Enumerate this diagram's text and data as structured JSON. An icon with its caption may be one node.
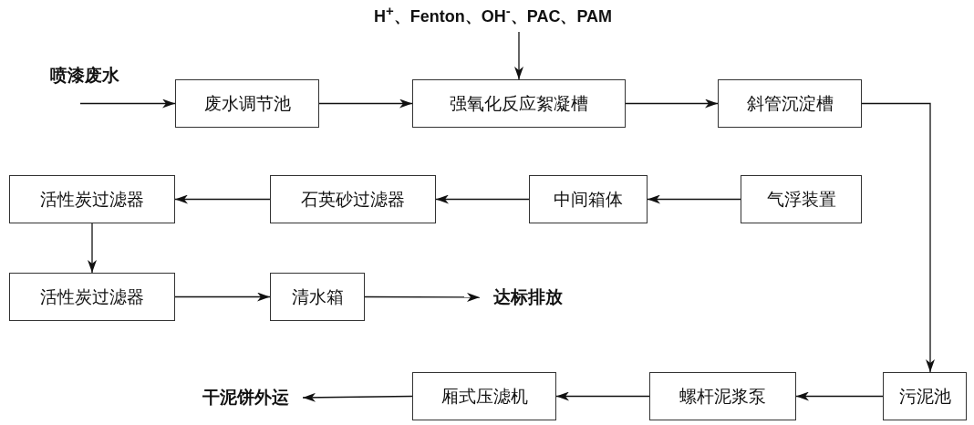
{
  "diagram": {
    "nodes": [
      {
        "text": [
          "废水调节池"
        ]
      },
      {
        "text": [
          "强氧化反应絮凝槽"
        ]
      },
      {
        "text": [
          "斜管沉淀槽"
        ]
      },
      {
        "text": [
          "气浮装置"
        ]
      },
      {
        "text": [
          "中间箱体"
        ]
      },
      {
        "text": [
          "石英砂过滤器"
        ]
      },
      {
        "text": [
          "活性炭过滤器"
        ]
      },
      {
        "text": [
          "活性炭过滤器"
        ]
      },
      {
        "text": [
          "清水箱"
        ]
      },
      {
        "text": [
          "达标排放"
        ]
      },
      {
        "text": [
          "污泥池"
        ]
      },
      {
        "text": [
          "螺杆泥浆泵"
        ]
      },
      {
        "text": [
          "厢式压滤机"
        ]
      },
      {
        "text": [
          "干泥饼外运"
        ]
      }
    ],
    "edges": [
      {
        "from": null,
        "to": 0,
        "arrow": "to",
        "label": "喷漆废水"
      },
      {
        "from": 0,
        "to": 1,
        "arrow": "to"
      },
      {
        "from": null,
        "to": 1,
        "arrow": "to",
        "label": "H$^{+}$、Fenton、OH$^{-}$、PAC、PAM"
      },
      {
        "from": 1,
        "to": 2,
        "arrow": "to"
      },
      {
        "from": 2,
        "to": 10,
        "arrow": "to"
      },
      {
        "from": 3,
        "to": 4,
        "arrow": "to"
      },
      {
        "from": 4,
        "to": 5,
        "arrow": "to"
      },
      {
        "from": 5,
        "to": 6,
        "arrow": "to"
      },
      {
        "from": 6,
        "to": 7,
        "arrow": "to"
      },
      {
        "from": 7,
        "to": 8,
        "arrow": "to"
      },
      {
        "from": 8,
        "to": 9,
        "arrow": "to"
      },
      {
        "from": 10,
        "to": 11,
        "arrow": "to"
      },
      {
        "from": 11,
        "to": 12,
        "arrow": "to"
      },
      {
        "from": 12,
        "to": 13,
        "arrow": "to"
      }
    ]
  }
}
